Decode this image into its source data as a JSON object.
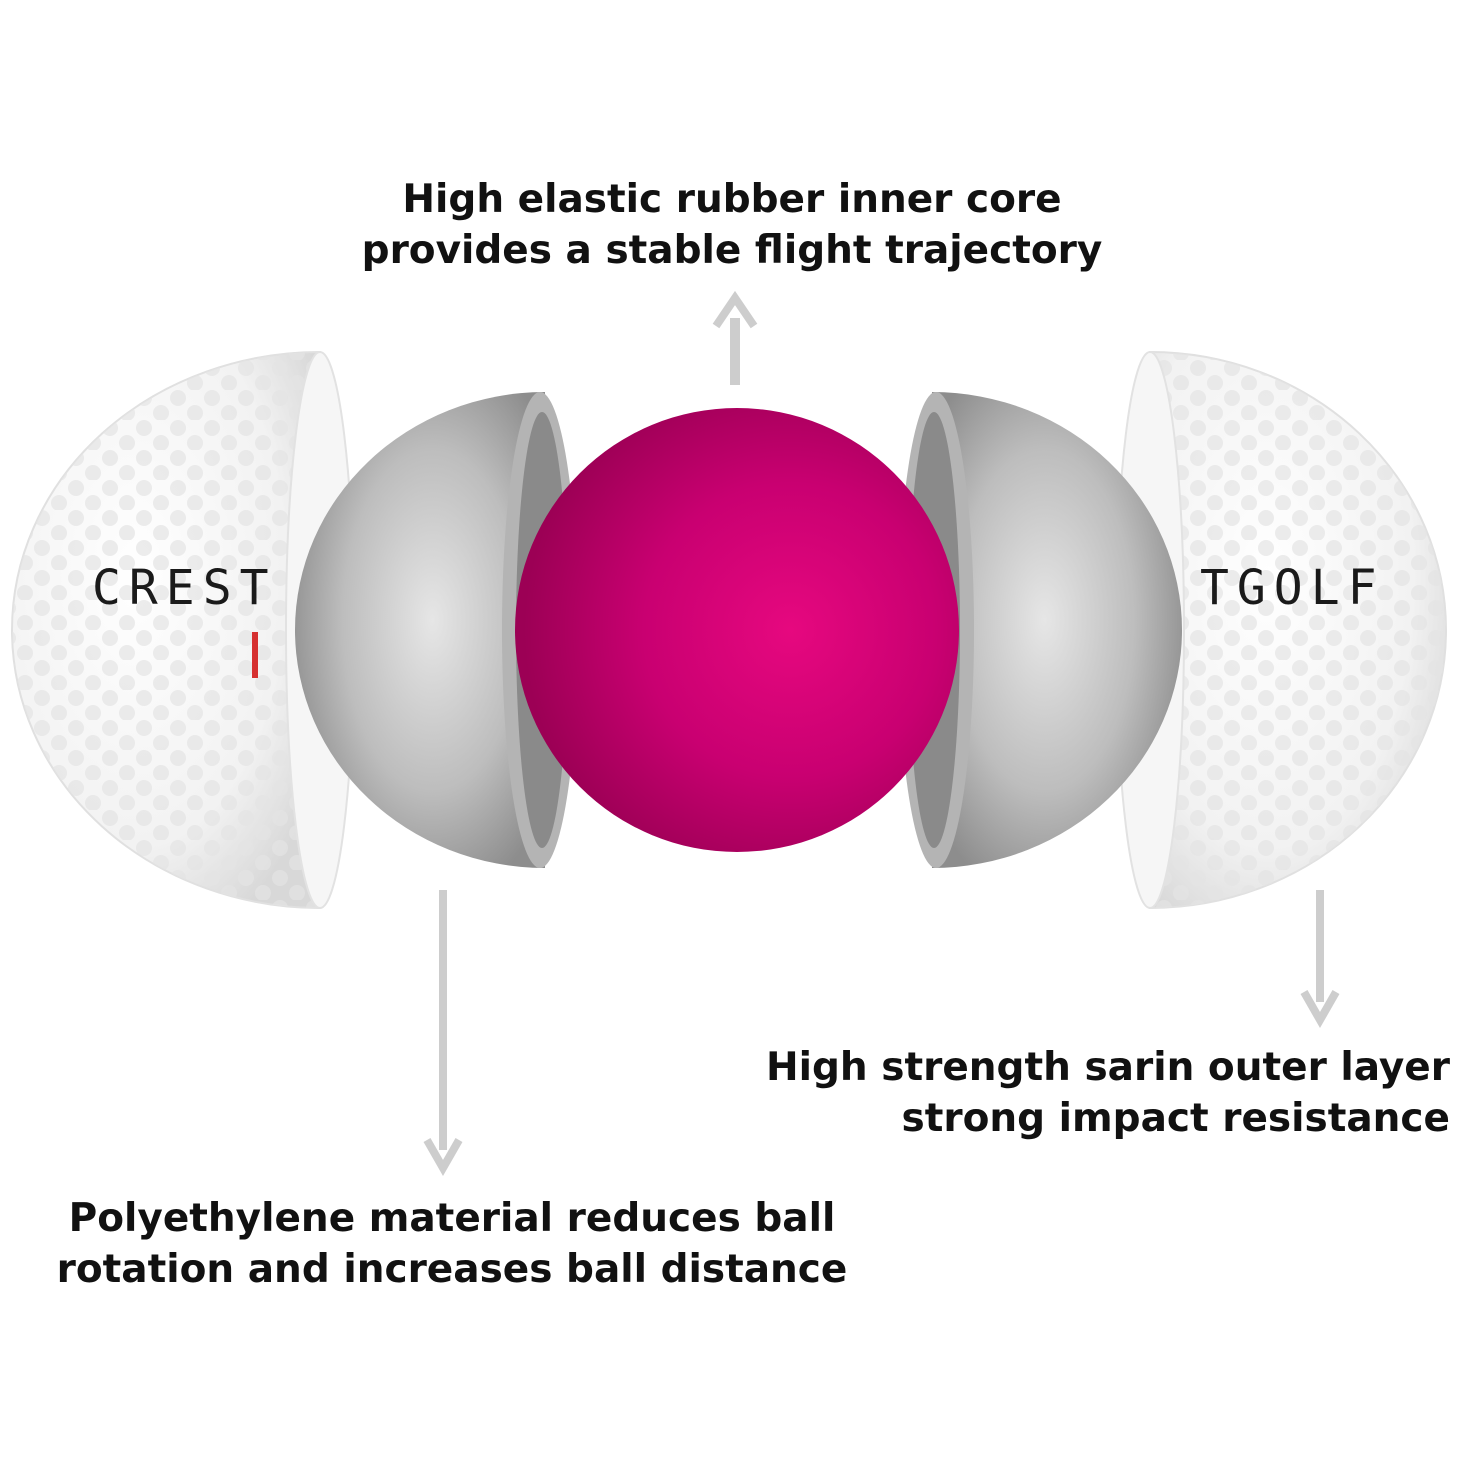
{
  "labels": {
    "core": {
      "line1": "High elastic rubber inner core",
      "line2": "provides a stable flight trajectory"
    },
    "mantle": {
      "line1": "Polyethylene material reduces ball",
      "line2": "rotation and increases ball distance"
    },
    "outer": {
      "line1": "High strength sarin outer layer",
      "line2": "strong impact resistance"
    }
  },
  "brand": {
    "left": "CREST",
    "right": "TGOLF"
  },
  "colors": {
    "core": "#d4007a",
    "mantle": "#9a9a9a",
    "shell": "#ffffff",
    "arrow": "#c8c8c8",
    "text": "#111111"
  }
}
